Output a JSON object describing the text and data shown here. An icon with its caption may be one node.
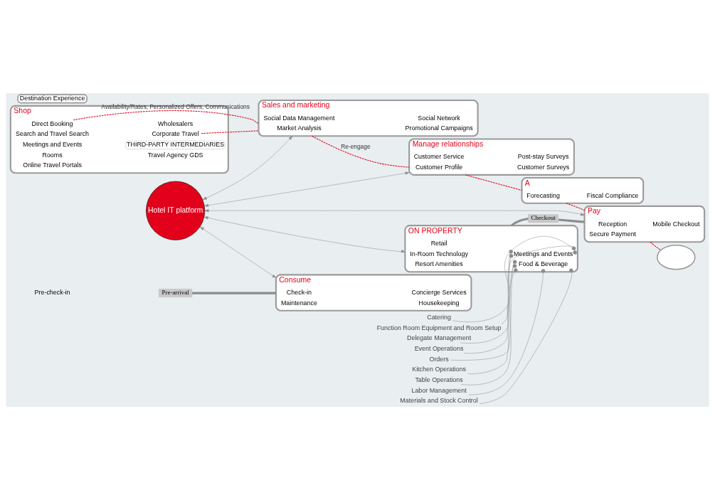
{
  "diagram": {
    "nodes": [
      {
        "text": [
          "Shop"
        ]
      },
      {
        "text": [
          "Search and Travel Search"
        ],
        "in": 0
      },
      {
        "text": [
          "Direct Booking"
        ],
        "in": 0
      },
      {
        "text": [
          "Meetings and Events"
        ],
        "in": 0
      },
      {
        "text": [
          "Rooms"
        ],
        "in": 0
      },
      {
        "text": [
          "Online Travel Portals"
        ],
        "in": 0
      },
      {
        "text": [
          "Corporate Travel"
        ],
        "in": 0
      },
      {
        "text": [
          "Wholesalers"
        ],
        "in": 0
      },
      {
        "text": [
          "THIRD-PARTY INTERMEDIARIES"
        ],
        "in": 0
      },
      {
        "text": [
          "Travel Agency GDS"
        ],
        "in": 0
      },
      {
        "text": [
          "Sales and marketing"
        ]
      },
      {
        "text": [
          "Market Analysis"
        ],
        "in": 10
      },
      {
        "text": [
          "Social Data Management"
        ],
        "in": 10
      },
      {
        "text": [
          "Promotional Campaigns"
        ],
        "in": 10
      },
      {
        "text": [
          "Social Network"
        ],
        "in": 10
      },
      {
        "text": [
          "Manage relationships"
        ]
      },
      {
        "text": [
          "Customer Profile"
        ],
        "in": 15
      },
      {
        "text": [
          "Customer Service"
        ],
        "in": 15
      },
      {
        "text": [
          "Customer Surveys"
        ],
        "in": 15
      },
      {
        "text": [
          "Post-stay Surveys"
        ],
        "in": 15
      },
      {
        "text": [
          "Hotel IT platform"
        ]
      },
      {
        "text": [
          "A"
        ]
      },
      {
        "text": [
          "Forecasting"
        ],
        "in": 21
      },
      {
        "text": [
          "Fiscal Compliance"
        ],
        "in": 21
      },
      {
        "text": [
          "Pre-arrival"
        ]
      },
      {
        "text": [
          "Consume"
        ]
      },
      {
        "text": [
          "Check-in"
        ],
        "in": 25
      },
      {
        "text": [
          "Maintenance"
        ],
        "in": 25
      },
      {
        "text": [
          "Concierge Services"
        ],
        "in": 25
      },
      {
        "text": [
          "Housekeeping"
        ],
        "in": 25
      },
      {
        "text": [
          "Destination Experience"
        ]
      },
      {
        "text": [
          "ON PROPERTY"
        ]
      },
      {
        "text": [
          "In-Room Technology"
        ],
        "in": 31
      },
      {
        "text": [
          "Retail"
        ],
        "in": 31
      },
      {
        "text": [
          "Resort Amenities"
        ],
        "in": 31
      },
      {
        "text": [
          "Food & Beverage"
        ],
        "in": 31
      },
      {
        "text": [
          "Meetings and Events"
        ],
        "in": 31
      },
      {
        "text": [
          "Checkout"
        ]
      },
      {
        "text": [
          "Pay"
        ]
      },
      {
        "text": [
          "Reception"
        ],
        "in": 38
      },
      {
        "text": [
          "Secure Payment"
        ],
        "in": 38
      },
      {
        "text": [
          "Mobile Checkout"
        ],
        "in": 38
      },
      {
        "text": [],
        "shape": "cloud"
      },
      {
        "text": [
          "Orders"
        ]
      },
      {
        "text": [
          "Kitchen Operations"
        ]
      },
      {
        "text": [
          "Table Operations"
        ]
      },
      {
        "text": [
          "Labor Management"
        ]
      },
      {
        "text": [
          "Materials and Stock Control"
        ]
      },
      {
        "text": [
          "Catering"
        ]
      },
      {
        "text": [
          "Function Room Equipment and Room Setup"
        ]
      },
      {
        "text": [
          "Delegate Management"
        ]
      },
      {
        "text": [
          "Event Operations"
        ]
      }
    ],
    "edges": [
      {
        "from": 2,
        "to": 10,
        "arrow": "none",
        "label": "Availability/Rates, Personalized Offers, Communications",
        "style": "dashed",
        "color": "#e2001a"
      },
      {
        "from": 6,
        "to": 10,
        "arrow": "none",
        "style": "dashed",
        "color": "#e2001a"
      },
      {
        "from": 10,
        "to": 15,
        "arrow": "none",
        "label": "Re-engage",
        "style": "dashed",
        "color": "#e2001a"
      },
      {
        "from": 15,
        "to": 21,
        "arrow": "none",
        "style": "dashed",
        "color": "#e2001a"
      },
      {
        "from": 21,
        "to": 38,
        "arrow": "none",
        "style": "dashed",
        "color": "#e2001a"
      },
      {
        "from": 38,
        "to": 42,
        "arrow": "none",
        "style": "dashed",
        "color": "#e2001a"
      },
      {
        "from": 20,
        "to": 10,
        "arrow": "both"
      },
      {
        "from": 20,
        "to": 15,
        "arrow": "both"
      },
      {
        "from": 20,
        "to": 25,
        "arrow": "both"
      },
      {
        "from": 20,
        "to": 38,
        "arrow": "both"
      },
      {
        "from": 20,
        "to": 31,
        "arrow": "both"
      },
      {
        "from": 24,
        "to": 25,
        "arrow": "none",
        "style": "thick"
      },
      {
        "from": 31,
        "to": 37,
        "arrow": "none",
        "style": "thick"
      },
      {
        "from": 37,
        "to": 38,
        "arrow": "none",
        "style": "thick"
      },
      {
        "from": 43,
        "to": 35,
        "arrow": "other"
      },
      {
        "from": 44,
        "to": 35,
        "arrow": "other"
      },
      {
        "from": 45,
        "to": 35,
        "arrow": "other"
      },
      {
        "from": 46,
        "to": 35,
        "arrow": "other"
      },
      {
        "from": 47,
        "to": 35,
        "arrow": "other"
      },
      {
        "from": 48,
        "to": 36,
        "arrow": "other"
      },
      {
        "from": 49,
        "to": 36,
        "arrow": "other"
      },
      {
        "from": 50,
        "to": 36,
        "arrow": "other"
      },
      {
        "from": 51,
        "to": 36,
        "arrow": "other"
      }
    ],
    "labels": [
      "Pre-check-in"
    ]
  }
}
